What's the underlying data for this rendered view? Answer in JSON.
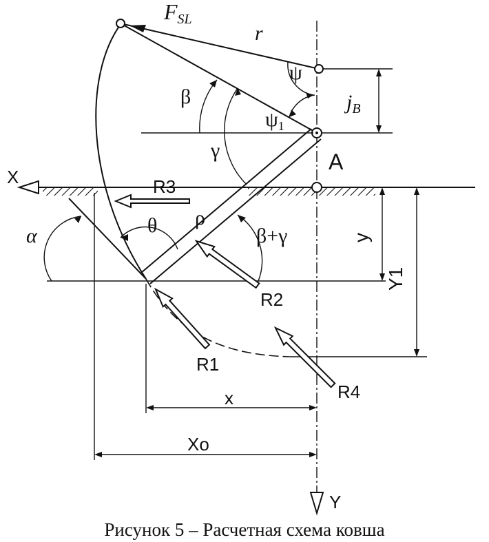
{
  "labels": {
    "force": "F",
    "force_sub": "SL",
    "r_sym": "r",
    "psi": "ψ",
    "psi1": "ψ",
    "psi1_sub": "1",
    "beta": "β",
    "gamma": "γ",
    "jb": "j",
    "jb_sub": "B",
    "point_a": "A",
    "axis_x": "X",
    "axis_y": "Y",
    "r3": "R3",
    "r2": "R2",
    "r1": "R1",
    "r4": "R4",
    "alpha": "α",
    "theta": "θ",
    "rho": "ρ",
    "beta_gamma": "β+γ",
    "y_small": "y",
    "y1": "Y1",
    "x_small": "x",
    "xo": "Xo"
  },
  "caption": "Рисунок 5 – Расчетная схема ковша"
}
